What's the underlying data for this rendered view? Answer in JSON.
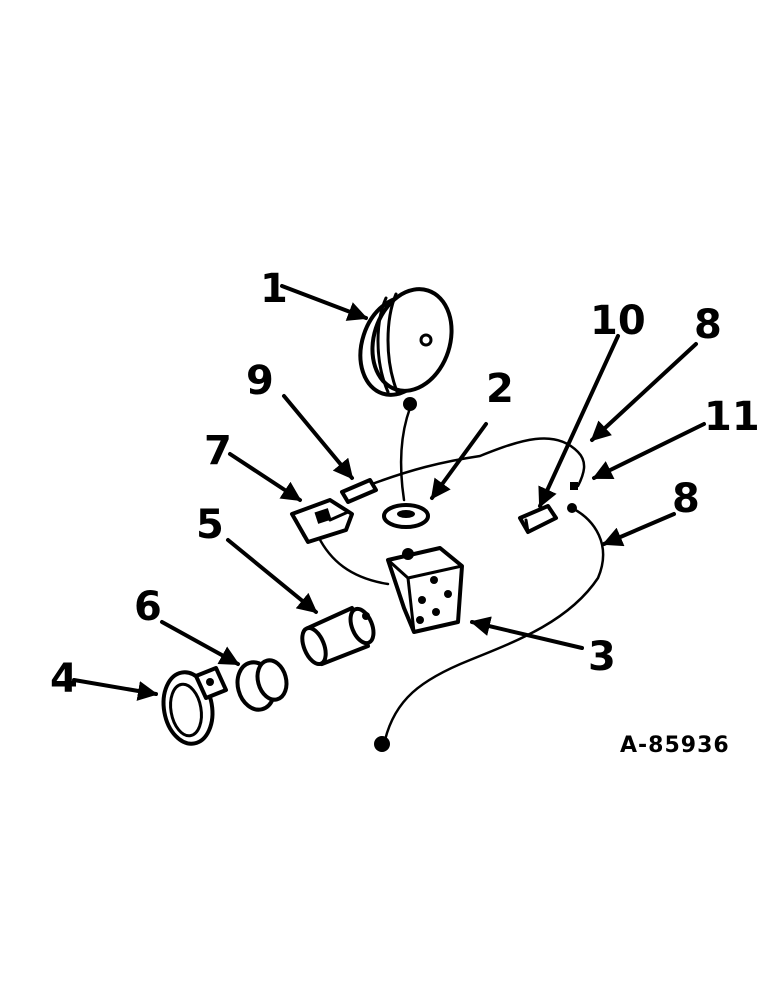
{
  "callouts": {
    "c1": "1",
    "c2": "2",
    "c3": "3",
    "c4": "4",
    "c5": "5",
    "c6": "6",
    "c7": "7",
    "c8a": "8",
    "c8b": "8",
    "c9": "9",
    "c10": "10",
    "c11": "11"
  },
  "reference_number": "A-85936"
}
